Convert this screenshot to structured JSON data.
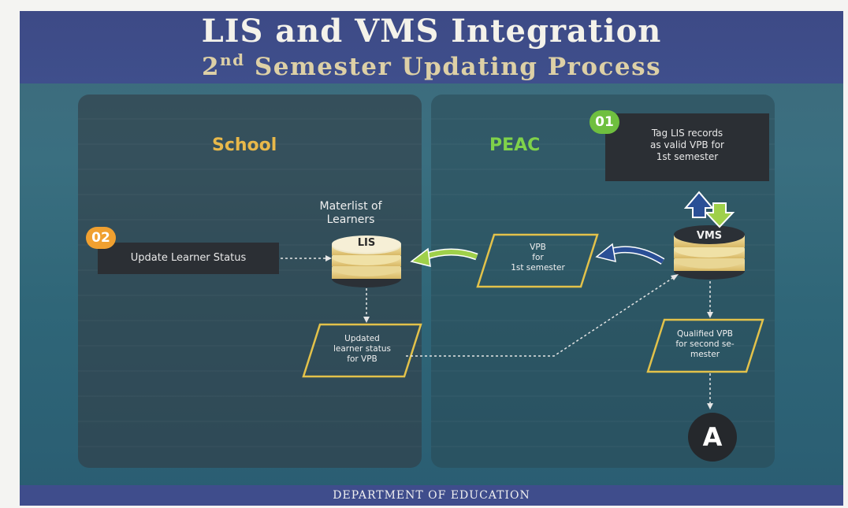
{
  "header": {
    "title": "LIS and VMS Integration",
    "subtitle_prefix": "2",
    "subtitle_sup": "nd",
    "subtitle_rest": " Semester Updating Process"
  },
  "panels": {
    "school": {
      "label": "School"
    },
    "peac": {
      "label": "PEAC"
    }
  },
  "steps": {
    "step1": {
      "badge": "01",
      "text_lines": [
        "Tag LIS records",
        "as valid VPB for",
        "1st semester"
      ]
    },
    "step2": {
      "badge": "02",
      "text": "Update Learner Status"
    }
  },
  "databases": {
    "lis": {
      "caption_lines": [
        "Materlist of",
        "Learners"
      ],
      "label": "LIS"
    },
    "vms": {
      "label": "VMS"
    }
  },
  "documents": {
    "vpb_first": {
      "lines": [
        "VPB",
        "for",
        "1st semester"
      ]
    },
    "updated_status": {
      "lines": [
        "Updated",
        "learner status",
        "for VPB"
      ]
    },
    "qualified_vpb": {
      "lines": [
        "Qualified VPB",
        "for second se-",
        "mester"
      ]
    }
  },
  "connector": {
    "label": "A"
  },
  "footer": {
    "text": "DEPARTMENT OF EDUCATION"
  },
  "colors": {
    "header_bg": "#3d4a86",
    "title": "#f4f2ea",
    "subtitle": "#ddd0a6",
    "school_label": "#e8b84a",
    "peac_label": "#7fd24a",
    "step1_badge": "#6fbf3f",
    "step2_badge": "#f0a030",
    "database_gold": "#e7cf8a",
    "document_border": "#e3c24a",
    "arrow_green": "#9fd04a",
    "arrow_blue": "#2a4f96"
  }
}
